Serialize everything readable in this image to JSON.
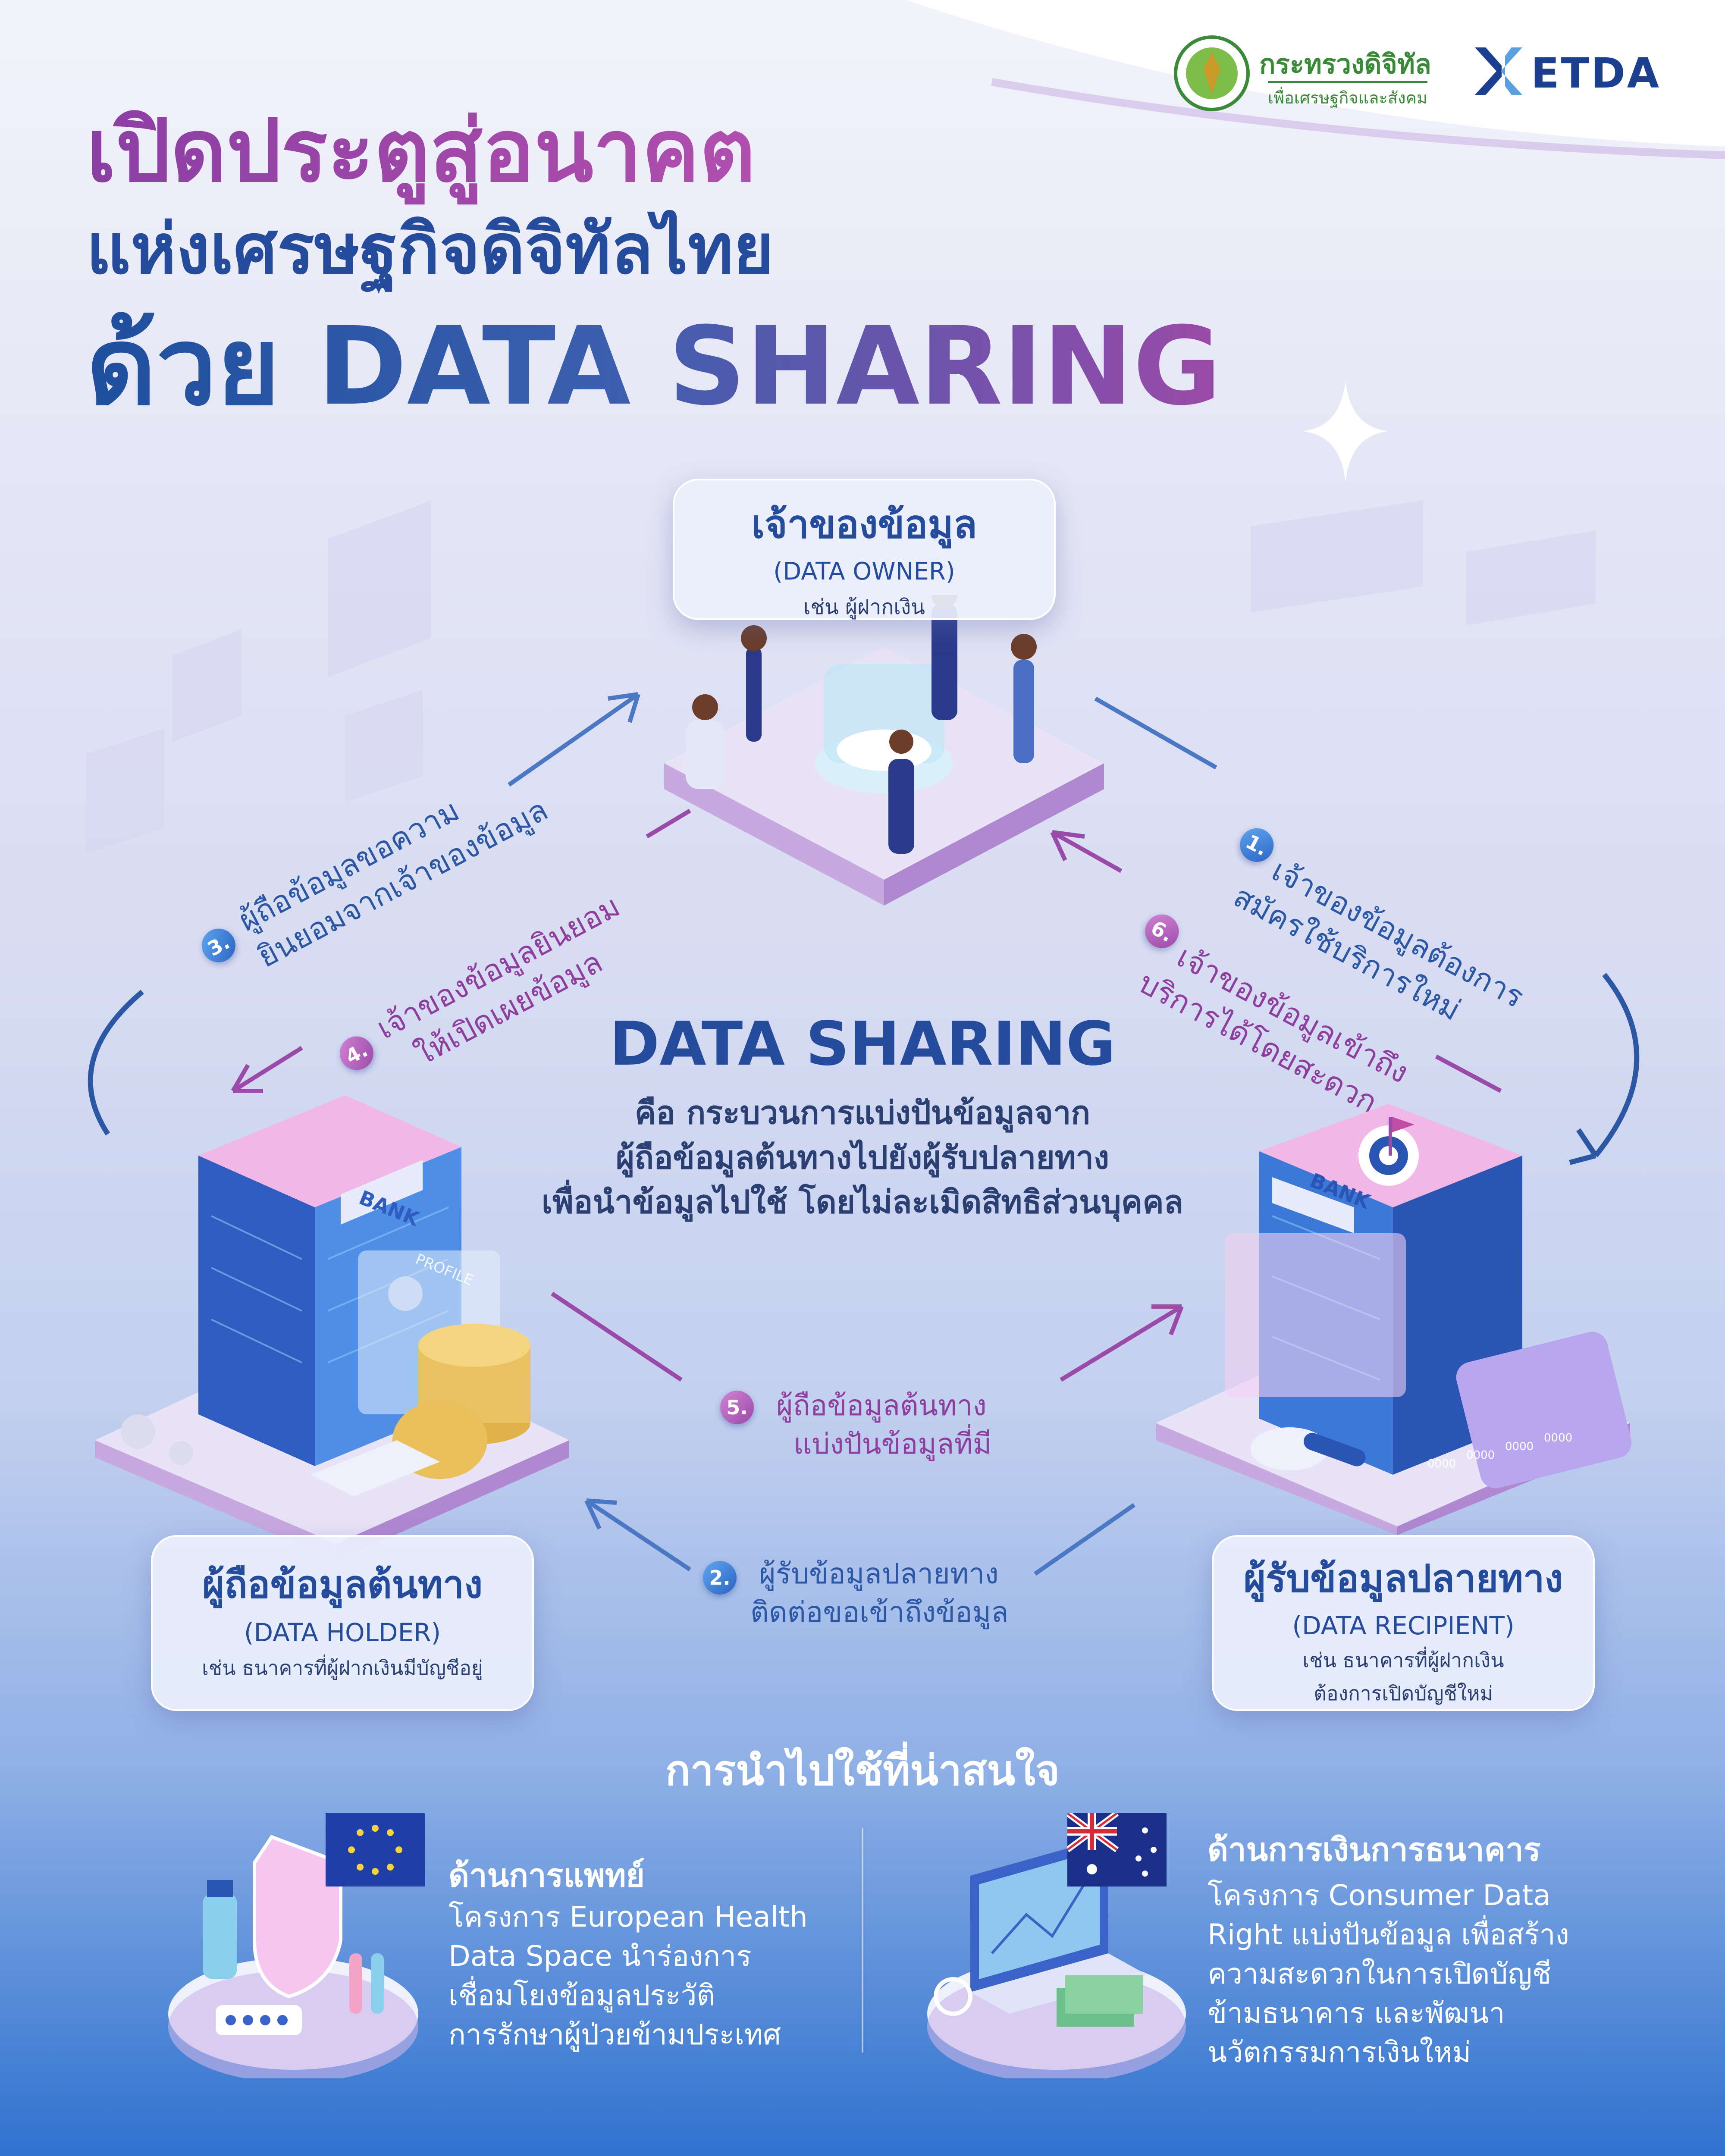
{
  "header": {
    "title_line1": "เปิดประตูสู่อนาคต",
    "title_line2": "แห่งเศรษฐกิจดิจิทัลไทย",
    "title_line3": "ด้วย DATA  SHARING",
    "logo_ministry_name": "กระทรวงดิจิทัล",
    "logo_ministry_sub": "เพื่อเศรษฐกิจและสังคม",
    "logo_etda": "ETDA"
  },
  "roles": {
    "owner": {
      "th": "เจ้าของข้อมูล",
      "en": "(DATA OWNER)",
      "example": "เช่น ผู้ฝากเงิน"
    },
    "holder": {
      "th": "ผู้ถือข้อมูลต้นทาง",
      "en": "(DATA HOLDER)",
      "example": "เช่น ธนาคารที่ผู้ฝากเงินมีบัญชีอยู่"
    },
    "recipient": {
      "th": "ผู้รับข้อมูลปลายทาง",
      "en": "(DATA RECIPIENT)",
      "example_line1": "เช่น ธนาคารที่ผู้ฝากเงิน",
      "example_line2": "ต้องการเปิดบัญชีใหม่"
    }
  },
  "buildings": {
    "bank_sign": "BANK",
    "profile_label": "PROFILE",
    "card_digits": "0000"
  },
  "steps": [
    {
      "num": "1.",
      "line1": "เจ้าของข้อมูลต้องการ",
      "line2": "สมัครใช้บริการใหม่"
    },
    {
      "num": "2.",
      "line1": "ผู้รับข้อมูลปลายทาง",
      "line2": "ติดต่อขอเข้าถึงข้อมูล"
    },
    {
      "num": "3.",
      "line1": "ผู้ถือข้อมูลขอความ",
      "line2": "ยินยอมจากเจ้าของข้อมูล"
    },
    {
      "num": "4.",
      "line1": "เจ้าของข้อมูลยินยอม",
      "line2": "ให้เปิดเผยข้อมูล"
    },
    {
      "num": "5.",
      "line1": "ผู้ถือข้อมูลต้นทาง",
      "line2": "แบ่งปันข้อมูลที่มี"
    },
    {
      "num": "6.",
      "line1": "เจ้าของข้อมูลเข้าถึง",
      "line2": "บริการได้โดยสะดวก"
    }
  ],
  "center": {
    "title": "DATA  SHARING",
    "desc_line1": "คือ กระบวนการแบ่งปันข้อมูลจาก",
    "desc_line2": "ผู้ถือข้อมูลต้นทางไปยังผู้รับปลายทาง",
    "desc_line3": "เพื่อนำข้อมูลไปใช้ โดยไม่ละเมิดสิทธิส่วนบุคคล"
  },
  "uses": {
    "title": "การนำไปใช้ที่น่าสนใจ",
    "medical": {
      "heading": "ด้านการแพทย์",
      "lines": [
        "โครงการ European Health",
        "Data Space นำร่องการ",
        "เชื่อมโยงข้อมูลประวัติ",
        "การรักษาผู้ป่วยข้ามประเทศ"
      ]
    },
    "finance": {
      "heading": "ด้านการเงินการธนาคาร",
      "lines": [
        "โครงการ Consumer Data",
        "Right แบ่งปันข้อมูล เพื่อสร้าง",
        "ความสะดวกในการเปิดบัญชี",
        "ข้ามธนาคาร และพัฒนา",
        "นวัตกรรมการเงินใหม่"
      ]
    }
  },
  "colors": {
    "navy": "#254c9c",
    "purple": "#9a4aa8",
    "blue_step": "#2c57a4",
    "purple_step": "#8e3f9e"
  }
}
